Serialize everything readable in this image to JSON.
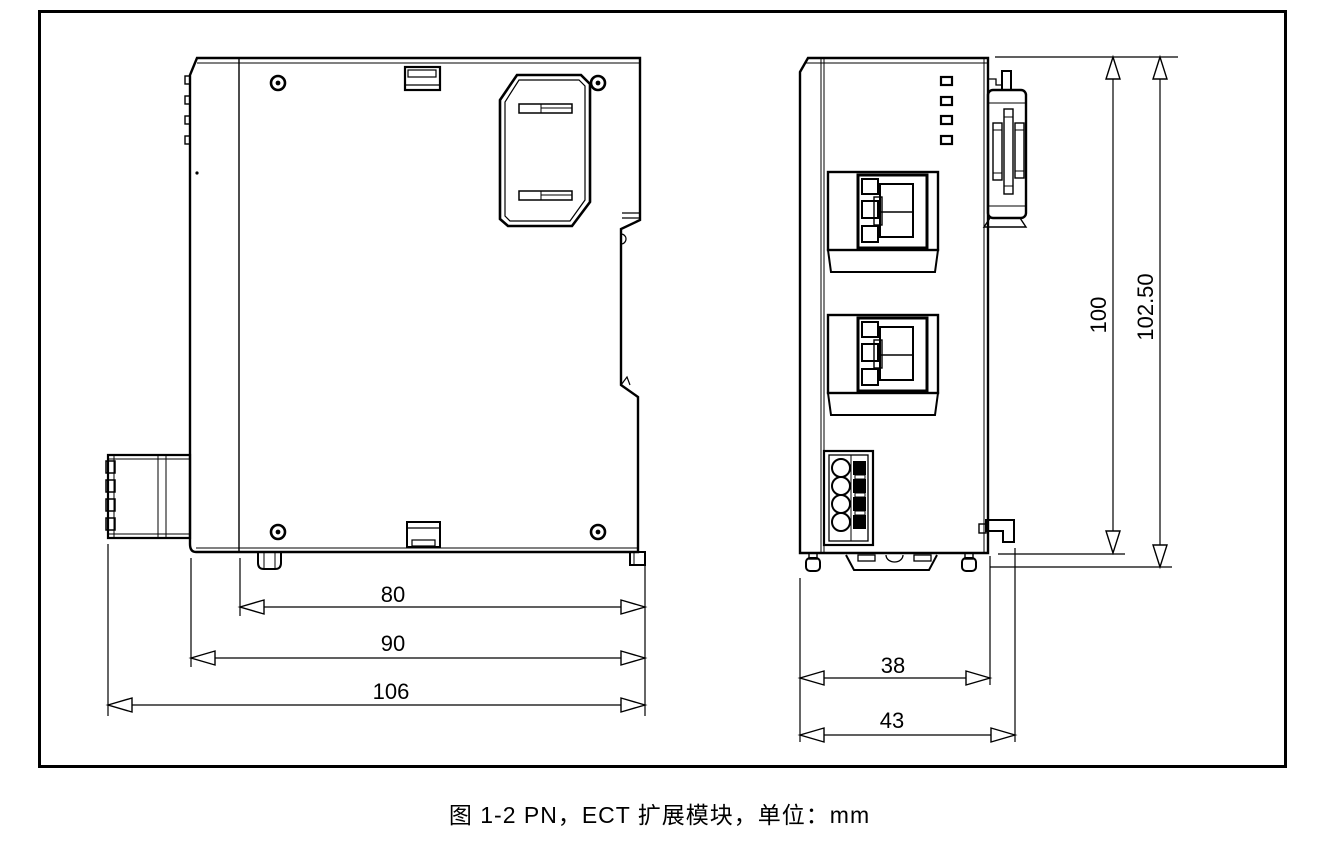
{
  "window": {
    "background": "#ffffff",
    "ink": "#000000"
  },
  "caption": {
    "text": "图 1-2 PN，ECT 扩展模块，单位：mm"
  },
  "figure": {
    "description": "Outline dimensional drawing of PN / ECT expansion module, two orthographic views",
    "unit": "mm",
    "side_view": {
      "name": "side-view",
      "dims": {
        "d80": "80",
        "d90": "90",
        "d106": "106"
      }
    },
    "front_view": {
      "name": "front-view",
      "dims": {
        "d38": "38",
        "d43": "43",
        "d100": "100",
        "d102_50": "102.50"
      }
    }
  }
}
